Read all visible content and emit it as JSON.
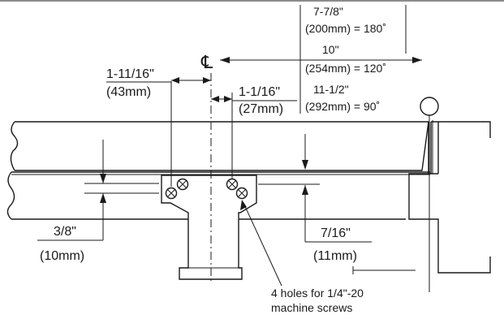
{
  "labels": {
    "centerline_symbol": "℄",
    "dim_left_top": "1-11/16\"",
    "dim_left_bottom": "(43mm)",
    "dim_mid_top": "1-1/16\"",
    "dim_mid_bottom": "(27mm)",
    "dim_180_top": "7-7/8\"",
    "dim_180_bottom": "(200mm) = 180˚",
    "dim_120_top": "10\"",
    "dim_120_bottom": "(254mm) = 120˚",
    "dim_90_top": "11-1/2\"",
    "dim_90_bottom": "(292mm) = 90˚",
    "dim_gap_top": "3/8\"",
    "dim_gap_bottom": "(10mm)",
    "dim_depth_top": "7/16\"",
    "dim_depth_bottom": "(11mm)",
    "note_line1": "4 holes for 1/4\"-20",
    "note_line2": "machine screws"
  }
}
